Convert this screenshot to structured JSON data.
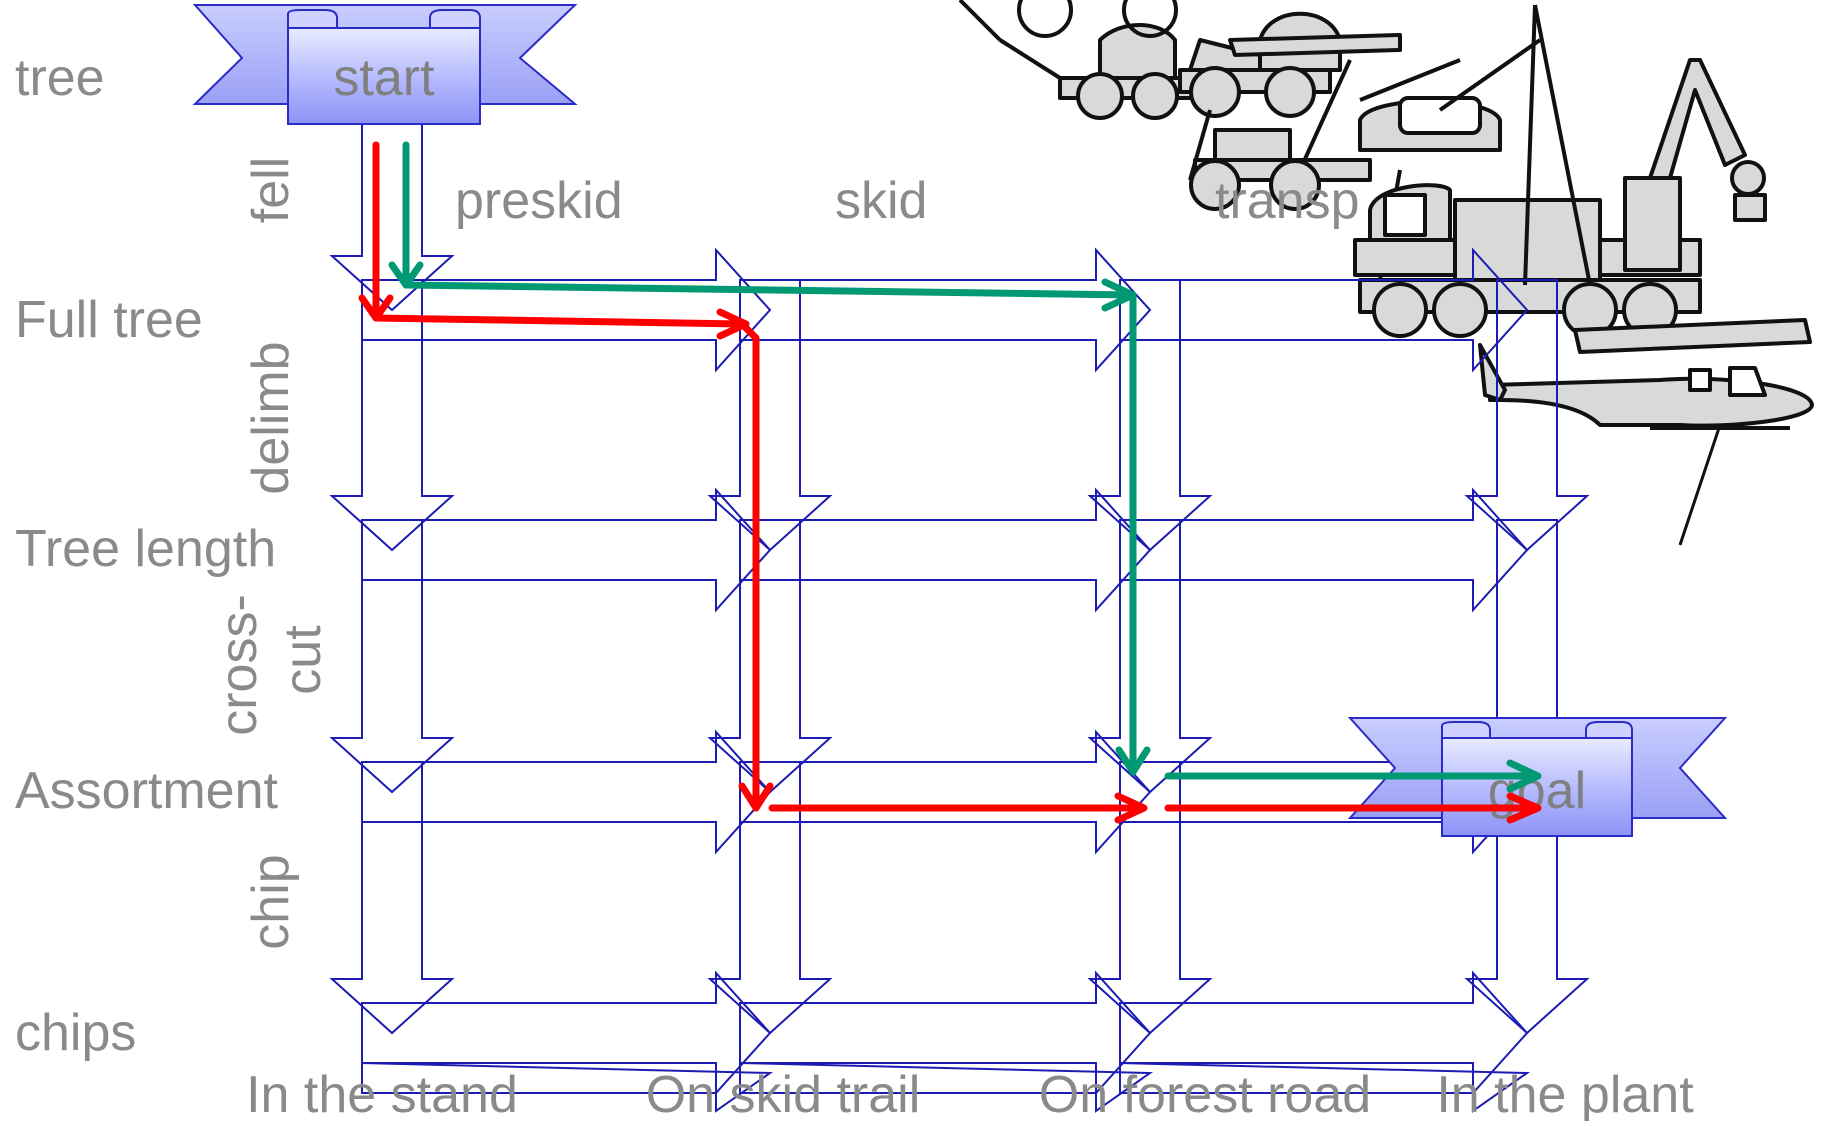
{
  "banners": {
    "start": "start",
    "goal": "goal"
  },
  "row_labels": [
    "tree",
    "Full tree",
    "Tree length",
    "Assortment",
    "chips"
  ],
  "process_labels": {
    "fell": "fell",
    "delimb": "delimb",
    "crosscut_1": "cross-",
    "crosscut_2": "cut",
    "chip": "chip"
  },
  "transport_labels": {
    "preskid": "preskid",
    "skid": "skid",
    "transport": "transp"
  },
  "location_labels": [
    "In the stand",
    "On skid trail",
    "On forest road",
    "In the plant"
  ],
  "colors": {
    "grid_outline": "#1c1cb4",
    "label_text": "#8a8a8a",
    "route_red": "#ff0000",
    "route_green": "#009973",
    "banner_fill": "#aab0ff",
    "machine_fill": "#d9d9d9"
  }
}
